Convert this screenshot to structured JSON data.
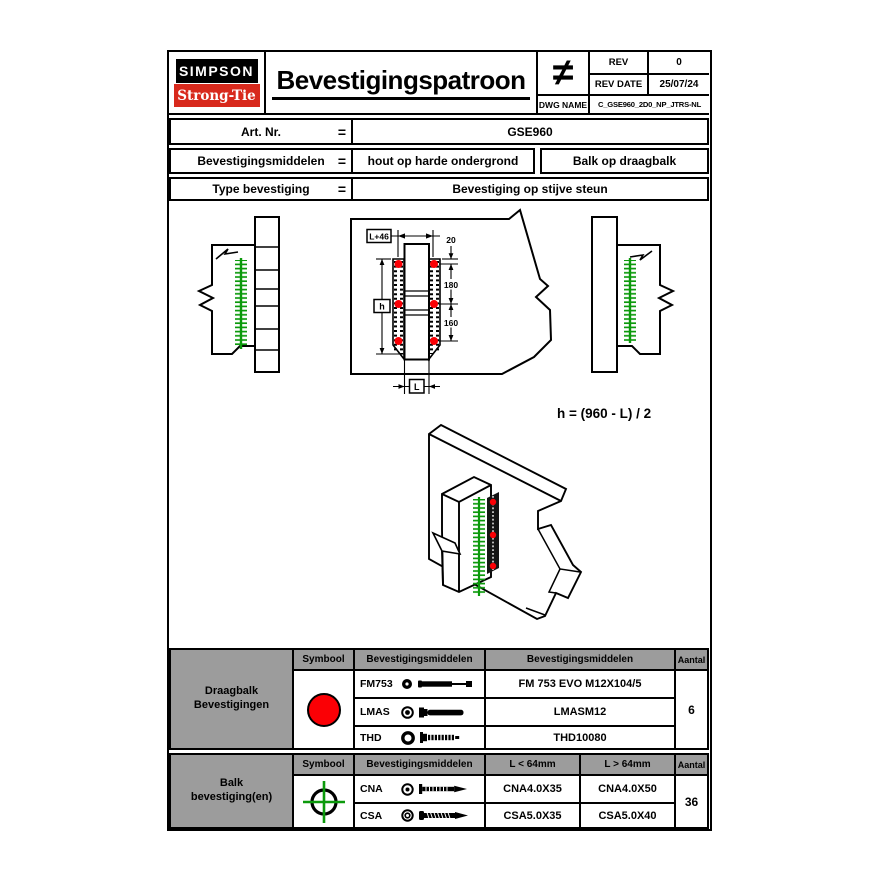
{
  "titleblock": {
    "logo": {
      "top": "SIMPSON",
      "bottom": "Strong-Tie"
    },
    "title": "Bevestigingspatroon",
    "not_equal": "≠",
    "rev": {
      "label": "REV",
      "value": "0"
    },
    "rev_date": {
      "label": "REV DATE",
      "value": "25/07/24"
    },
    "dwg": {
      "label": "DWG NAME",
      "value": "C_GSE960_2D0_NP_JTRS-NL"
    }
  },
  "info": {
    "art_nr": {
      "label": "Art. Nr.",
      "eq": "=",
      "value": "GSE960"
    },
    "middelen": {
      "label": "Bevestigingsmiddelen",
      "eq": "=",
      "value1": "hout op harde ondergrond",
      "value2": "Balk op draagbalk"
    },
    "type": {
      "label": "Type bevestiging",
      "eq": "=",
      "value": "Bevestiging op stijve steun"
    }
  },
  "drawing": {
    "formula": "h = (960 - L) / 2",
    "dims": {
      "top": "L+46",
      "edge": "20",
      "spacing1": "180",
      "spacing2": "160",
      "height": "h",
      "length": "L"
    },
    "colors": {
      "fastener_green": "#0c9a0c",
      "dot_red": "#fb0005",
      "grey": "#9c9c9c"
    }
  },
  "tables": {
    "draagbalk": {
      "label_line1": "Draagbalk",
      "label_line2": "Bevestigingen",
      "headers": {
        "symbool": "Symbool",
        "middelen": "Bevestigingsmiddelen",
        "product": "Bevestigingsmiddelen",
        "aantal": "Aantal"
      },
      "symbol": "red-circle",
      "rows": [
        {
          "code": "FM753",
          "product": "FM 753 EVO M12X104/5"
        },
        {
          "code": "LMAS",
          "product": "LMASM12"
        },
        {
          "code": "THD",
          "product": "THD10080"
        }
      ],
      "aantal": "6"
    },
    "balk": {
      "label_line1": "Balk",
      "label_line2": "bevestiging(en)",
      "headers": {
        "symbool": "Symbool",
        "middelen": "Bevestigingsmiddelen",
        "l_small": "L < 64mm",
        "l_large": "L > 64mm",
        "aantal": "Aantal"
      },
      "symbol": "green-crosshair",
      "rows": [
        {
          "code": "CNA",
          "l_small": "CNA4.0X35",
          "l_large": "CNA4.0X50"
        },
        {
          "code": "CSA",
          "l_small": "CSA5.0X35",
          "l_large": "CSA5.0X40"
        }
      ],
      "aantal": "36"
    }
  }
}
